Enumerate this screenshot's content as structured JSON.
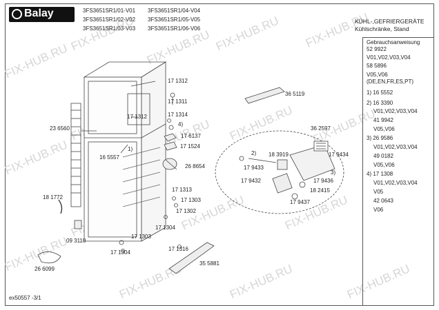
{
  "brand": {
    "name": "Balay"
  },
  "models": {
    "col1": [
      "3FS3651SR1/01-V01",
      "3FS3651SR1/02-V02",
      "3FS3651SR1/03-V03"
    ],
    "col2": [
      "3FS3651SR1/04-V04",
      "3FS3651SR1/05-V05",
      "3FS3651SR1/06-V06"
    ]
  },
  "category": {
    "line1": "KÜHL-,GEFRIERGERÄTE",
    "line2": "Kühlschränke, Stand"
  },
  "sidebar": {
    "lines": [
      "Gebrauchsanweisung",
      "52 9922",
      "V01,V02,V03,V04",
      "58 5896",
      "V05,V06",
      "(DE,EN,FR,ES,PT)",
      "1) 16 5552",
      "2) 16 3390",
      "V01,V02,V03,V04",
      "41 9942",
      "V05,V06",
      "3) 26 9586",
      "V01,V02,V03,V04",
      "49 0182",
      "V05,V06",
      "4) 17 1308",
      "V01,V02,V03,V04",
      "V05",
      "42 0643",
      "V06"
    ]
  },
  "parts": {
    "p171312a": "17 1312",
    "p171311": "17 1311",
    "p171312b": "17 1312",
    "p171314": "17 1314",
    "p4": "4)",
    "p176137": "17 6137",
    "p171524": "17 1524",
    "p236560": "23 6560",
    "p165557": "16 5557",
    "p1": "1)",
    "p268654": "26 8654",
    "p365119": "36 5119",
    "p362597": "36 2597",
    "p2": "2)",
    "p183919": "18 3919",
    "p179434": "17 9434",
    "p179433": "17 9433",
    "p3": "3)",
    "p179432": "17 9432",
    "p179436": "17 9436",
    "p182415": "18 2415",
    "p179437": "17 9437",
    "p171313": "17 1313",
    "p171303a": "17 1303",
    "p171302": "17 1302",
    "p181772": "18 1772",
    "p171304a": "17 1304",
    "p093110": "09 3110",
    "p171303b": "17 1303",
    "p171304b": "17 1304",
    "p171316": "17 1316",
    "p355881": "35 5881",
    "p266099": "26 6099"
  },
  "footer": {
    "code": "ex50557 -3/1"
  },
  "watermark": {
    "text": "FIX-HUB.RU"
  },
  "colors": {
    "line": "#444444",
    "watermark": "#d6d6d6"
  }
}
